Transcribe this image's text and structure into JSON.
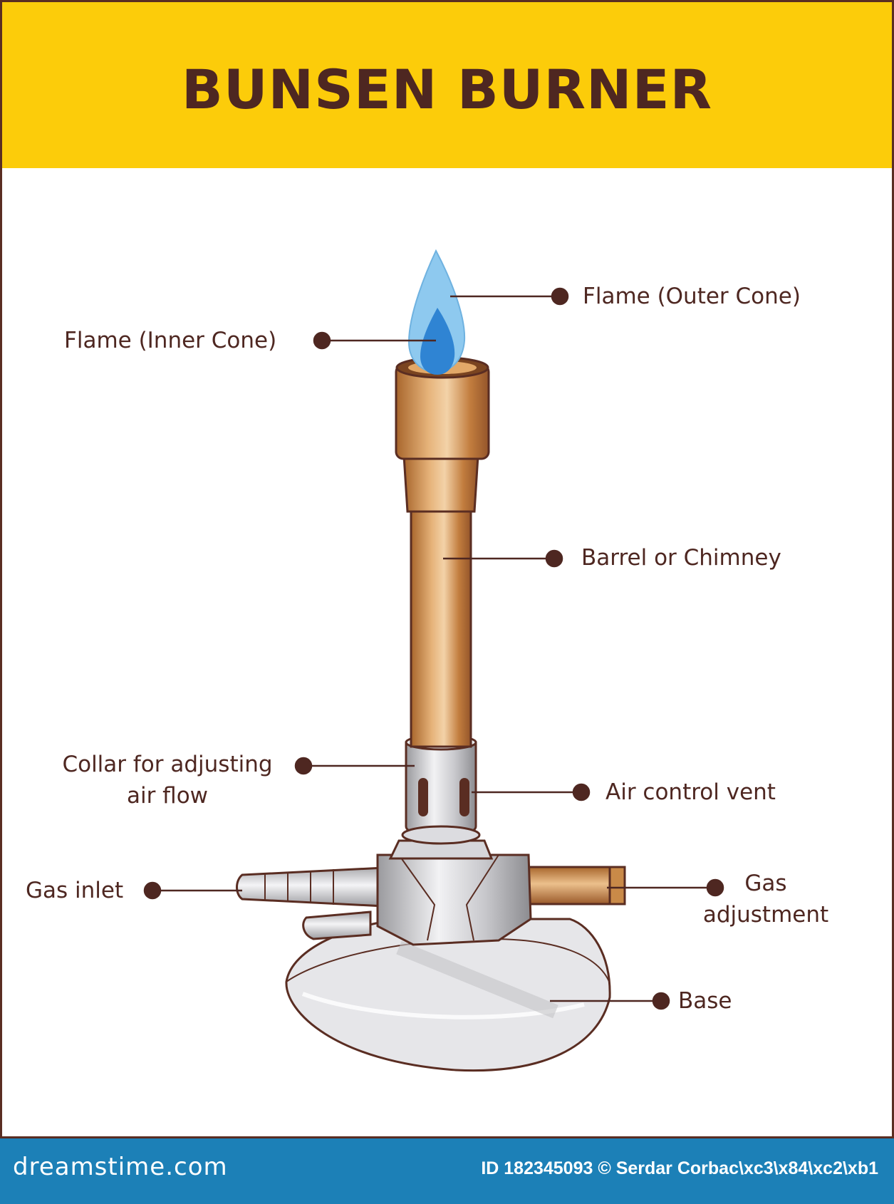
{
  "title": "BUNSEN BURNER",
  "labels": {
    "flame_outer": "Flame (Outer Cone)",
    "flame_inner": "Flame (Inner Cone)",
    "barrel": "Barrel or Chimney",
    "collar_line1": "Collar for  adjusting",
    "collar_line2": "air flow",
    "air_vent": "Air control vent",
    "gas_inlet": "Gas inlet",
    "gas_adj_line1": "Gas",
    "gas_adj_line2": "adjustment",
    "base": "Base"
  },
  "footer": {
    "brand": "dreamstime.com",
    "credit": "ID 182345093 © Serdar Corbac\\xc3\\x84\\xc2\\xb1"
  },
  "colors": {
    "header": "#fccc0a",
    "footer": "#1c80b7",
    "text": "#4e2721",
    "brass": "#c98a48",
    "steel": "#cfcfd2",
    "flame_outer": "#8ec9ef",
    "flame_inner": "#2f84d3"
  }
}
